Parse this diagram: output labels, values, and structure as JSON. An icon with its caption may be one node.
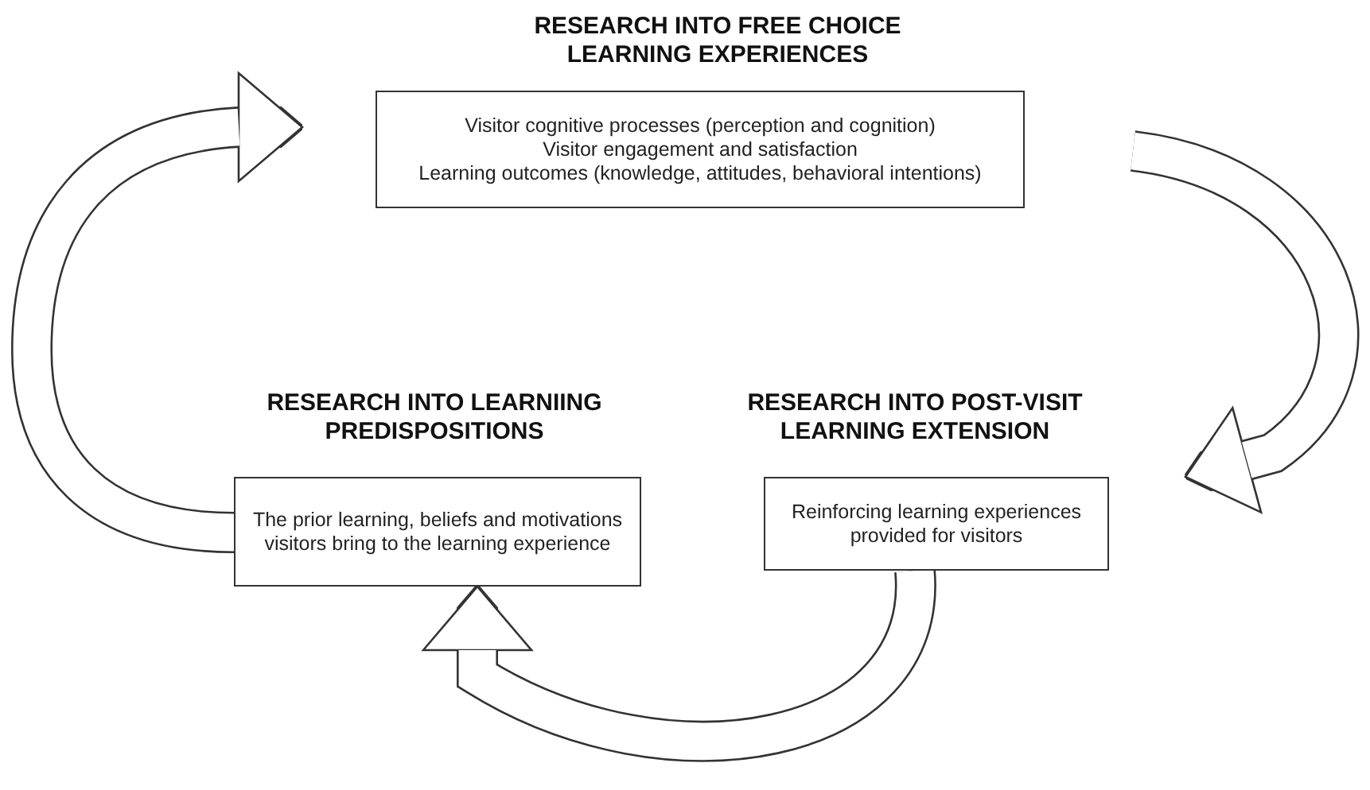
{
  "diagram": {
    "nodes": [
      {
        "text": [
          "RESEARCH INTO FREE CHOICE LEARNING EXPERIENCES",
          "Visitor cognitive processes (perception and cognition)",
          "Visitor engagement and satisfaction",
          "Learning outcomes (knowledge, attitudes, behavioral intentions)"
        ]
      },
      {
        "text": [
          "RESEARCH INTO LEARNIING PREDISPOSITIONS",
          "The prior learning, beliefs and motivations visitors bring to the learning experience"
        ]
      },
      {
        "text": [
          "RESEARCH INTO POST-VISIT LEARNING EXTENSION",
          "Reinforcing learning experiences provided for visitors"
        ]
      }
    ],
    "edges": [
      {
        "from": 1,
        "to": 0,
        "arrow": "to"
      },
      {
        "from": 0,
        "to": 2,
        "arrow": "to"
      },
      {
        "from": 2,
        "to": 1,
        "arrow": "to"
      }
    ]
  }
}
